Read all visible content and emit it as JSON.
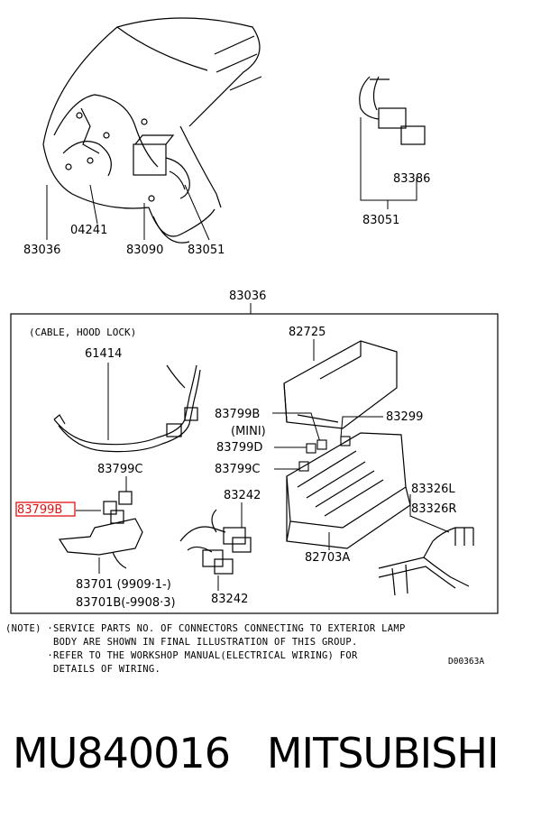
{
  "top_labels": {
    "l1": "04241",
    "l2": "83036",
    "l3": "83090",
    "l4": "83051",
    "l5": "83386",
    "l6": "83051"
  },
  "box_title": "83036",
  "box_labels": {
    "cable_hood_lock": "(CABLE, HOOD LOCK)",
    "p61414": "61414",
    "p82725": "82725",
    "p83799b_mini": "83799B",
    "mini": "(MINI)",
    "p83299": "83299",
    "p83799d": "83799D",
    "p83799c_right": "83799C",
    "p83799c_left": "83799C",
    "p83799b_left": "83799B",
    "p83242_top": "83242",
    "p83326l": "83326L",
    "p83326r": "83326R",
    "p82703a": "82703A",
    "p83701": "83701  (9909·1-)",
    "p83701b": "83701B(-9908·3)",
    "p83242_bottom": "83242"
  },
  "note": {
    "line1": "(NOTE) ·SERVICE PARTS NO. OF CONNECTORS CONNECTING TO EXTERIOR LAMP",
    "line2": "        BODY ARE SHOWN IN FINAL ILLUSTRATION OF THIS GROUP.",
    "line3": "       ·REFER TO THE WORKSHOP MANUAL(ELECTRICAL WIRING) FOR",
    "line4": "        DETAILS OF WIRING."
  },
  "drawing_code": "D00363A",
  "footer": {
    "part_number": "MU840016",
    "brand": "MITSUBISHI"
  },
  "highlight_color": "#e11111"
}
